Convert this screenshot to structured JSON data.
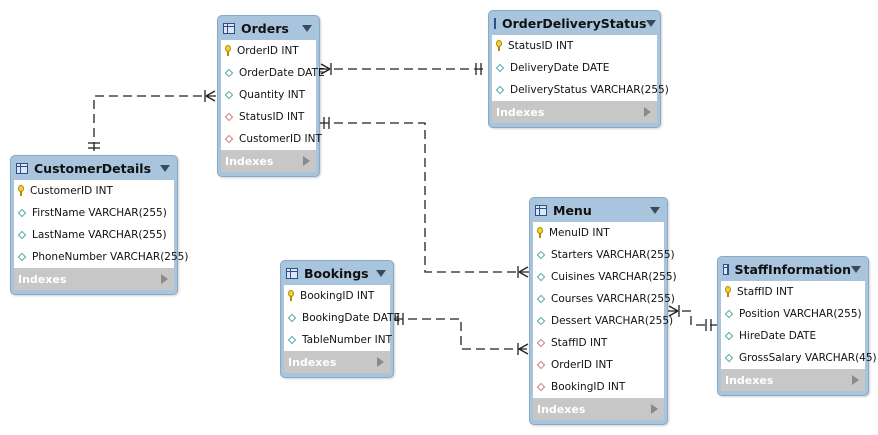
{
  "diagram": {
    "index_label": "Indexes",
    "tables": [
      {
        "name": "Orders",
        "columns": [
          {
            "text": "OrderID INT",
            "kind": "pk"
          },
          {
            "text": "OrderDate DATE",
            "kind": "col"
          },
          {
            "text": "Quantity INT",
            "kind": "col"
          },
          {
            "text": "StatusID INT",
            "kind": "fk"
          },
          {
            "text": "CustomerID INT",
            "kind": "fk"
          }
        ]
      },
      {
        "name": "OrderDeliveryStatus",
        "columns": [
          {
            "text": "StatusID INT",
            "kind": "pk"
          },
          {
            "text": "DeliveryDate DATE",
            "kind": "col"
          },
          {
            "text": "DeliveryStatus VARCHAR(255)",
            "kind": "col"
          }
        ]
      },
      {
        "name": "CustomerDetails",
        "columns": [
          {
            "text": "CustomerID INT",
            "kind": "pk"
          },
          {
            "text": "FirstName VARCHAR(255)",
            "kind": "col"
          },
          {
            "text": "LastName VARCHAR(255)",
            "kind": "col"
          },
          {
            "text": "PhoneNumber VARCHAR(255)",
            "kind": "col"
          }
        ]
      },
      {
        "name": "Menu",
        "columns": [
          {
            "text": "MenuID INT",
            "kind": "pk"
          },
          {
            "text": "Starters VARCHAR(255)",
            "kind": "col"
          },
          {
            "text": "Cuisines VARCHAR(255)",
            "kind": "col"
          },
          {
            "text": "Courses VARCHAR(255)",
            "kind": "col"
          },
          {
            "text": "Dessert VARCHAR(255)",
            "kind": "col"
          },
          {
            "text": "StaffID INT",
            "kind": "fk"
          },
          {
            "text": "OrderID INT",
            "kind": "fk"
          },
          {
            "text": "BookingID INT",
            "kind": "fk"
          }
        ]
      },
      {
        "name": "Bookings",
        "columns": [
          {
            "text": "BookingID INT",
            "kind": "pk"
          },
          {
            "text": "BookingDate DATE",
            "kind": "col"
          },
          {
            "text": "TableNumber INT",
            "kind": "col"
          }
        ]
      },
      {
        "name": "StaffInformation",
        "columns": [
          {
            "text": "StaffID INT",
            "kind": "pk"
          },
          {
            "text": "Position VARCHAR(255)",
            "kind": "col"
          },
          {
            "text": "HireDate DATE",
            "kind": "col"
          },
          {
            "text": "GrossSalary VARCHAR(45)",
            "kind": "col"
          }
        ]
      }
    ],
    "relationships": [
      {
        "from": "Orders",
        "to": "OrderDeliveryStatus"
      },
      {
        "from": "Orders",
        "to": "CustomerDetails"
      },
      {
        "from": "Menu",
        "to": "Orders"
      },
      {
        "from": "Menu",
        "to": "Bookings"
      },
      {
        "from": "Menu",
        "to": "StaffInformation"
      }
    ]
  }
}
